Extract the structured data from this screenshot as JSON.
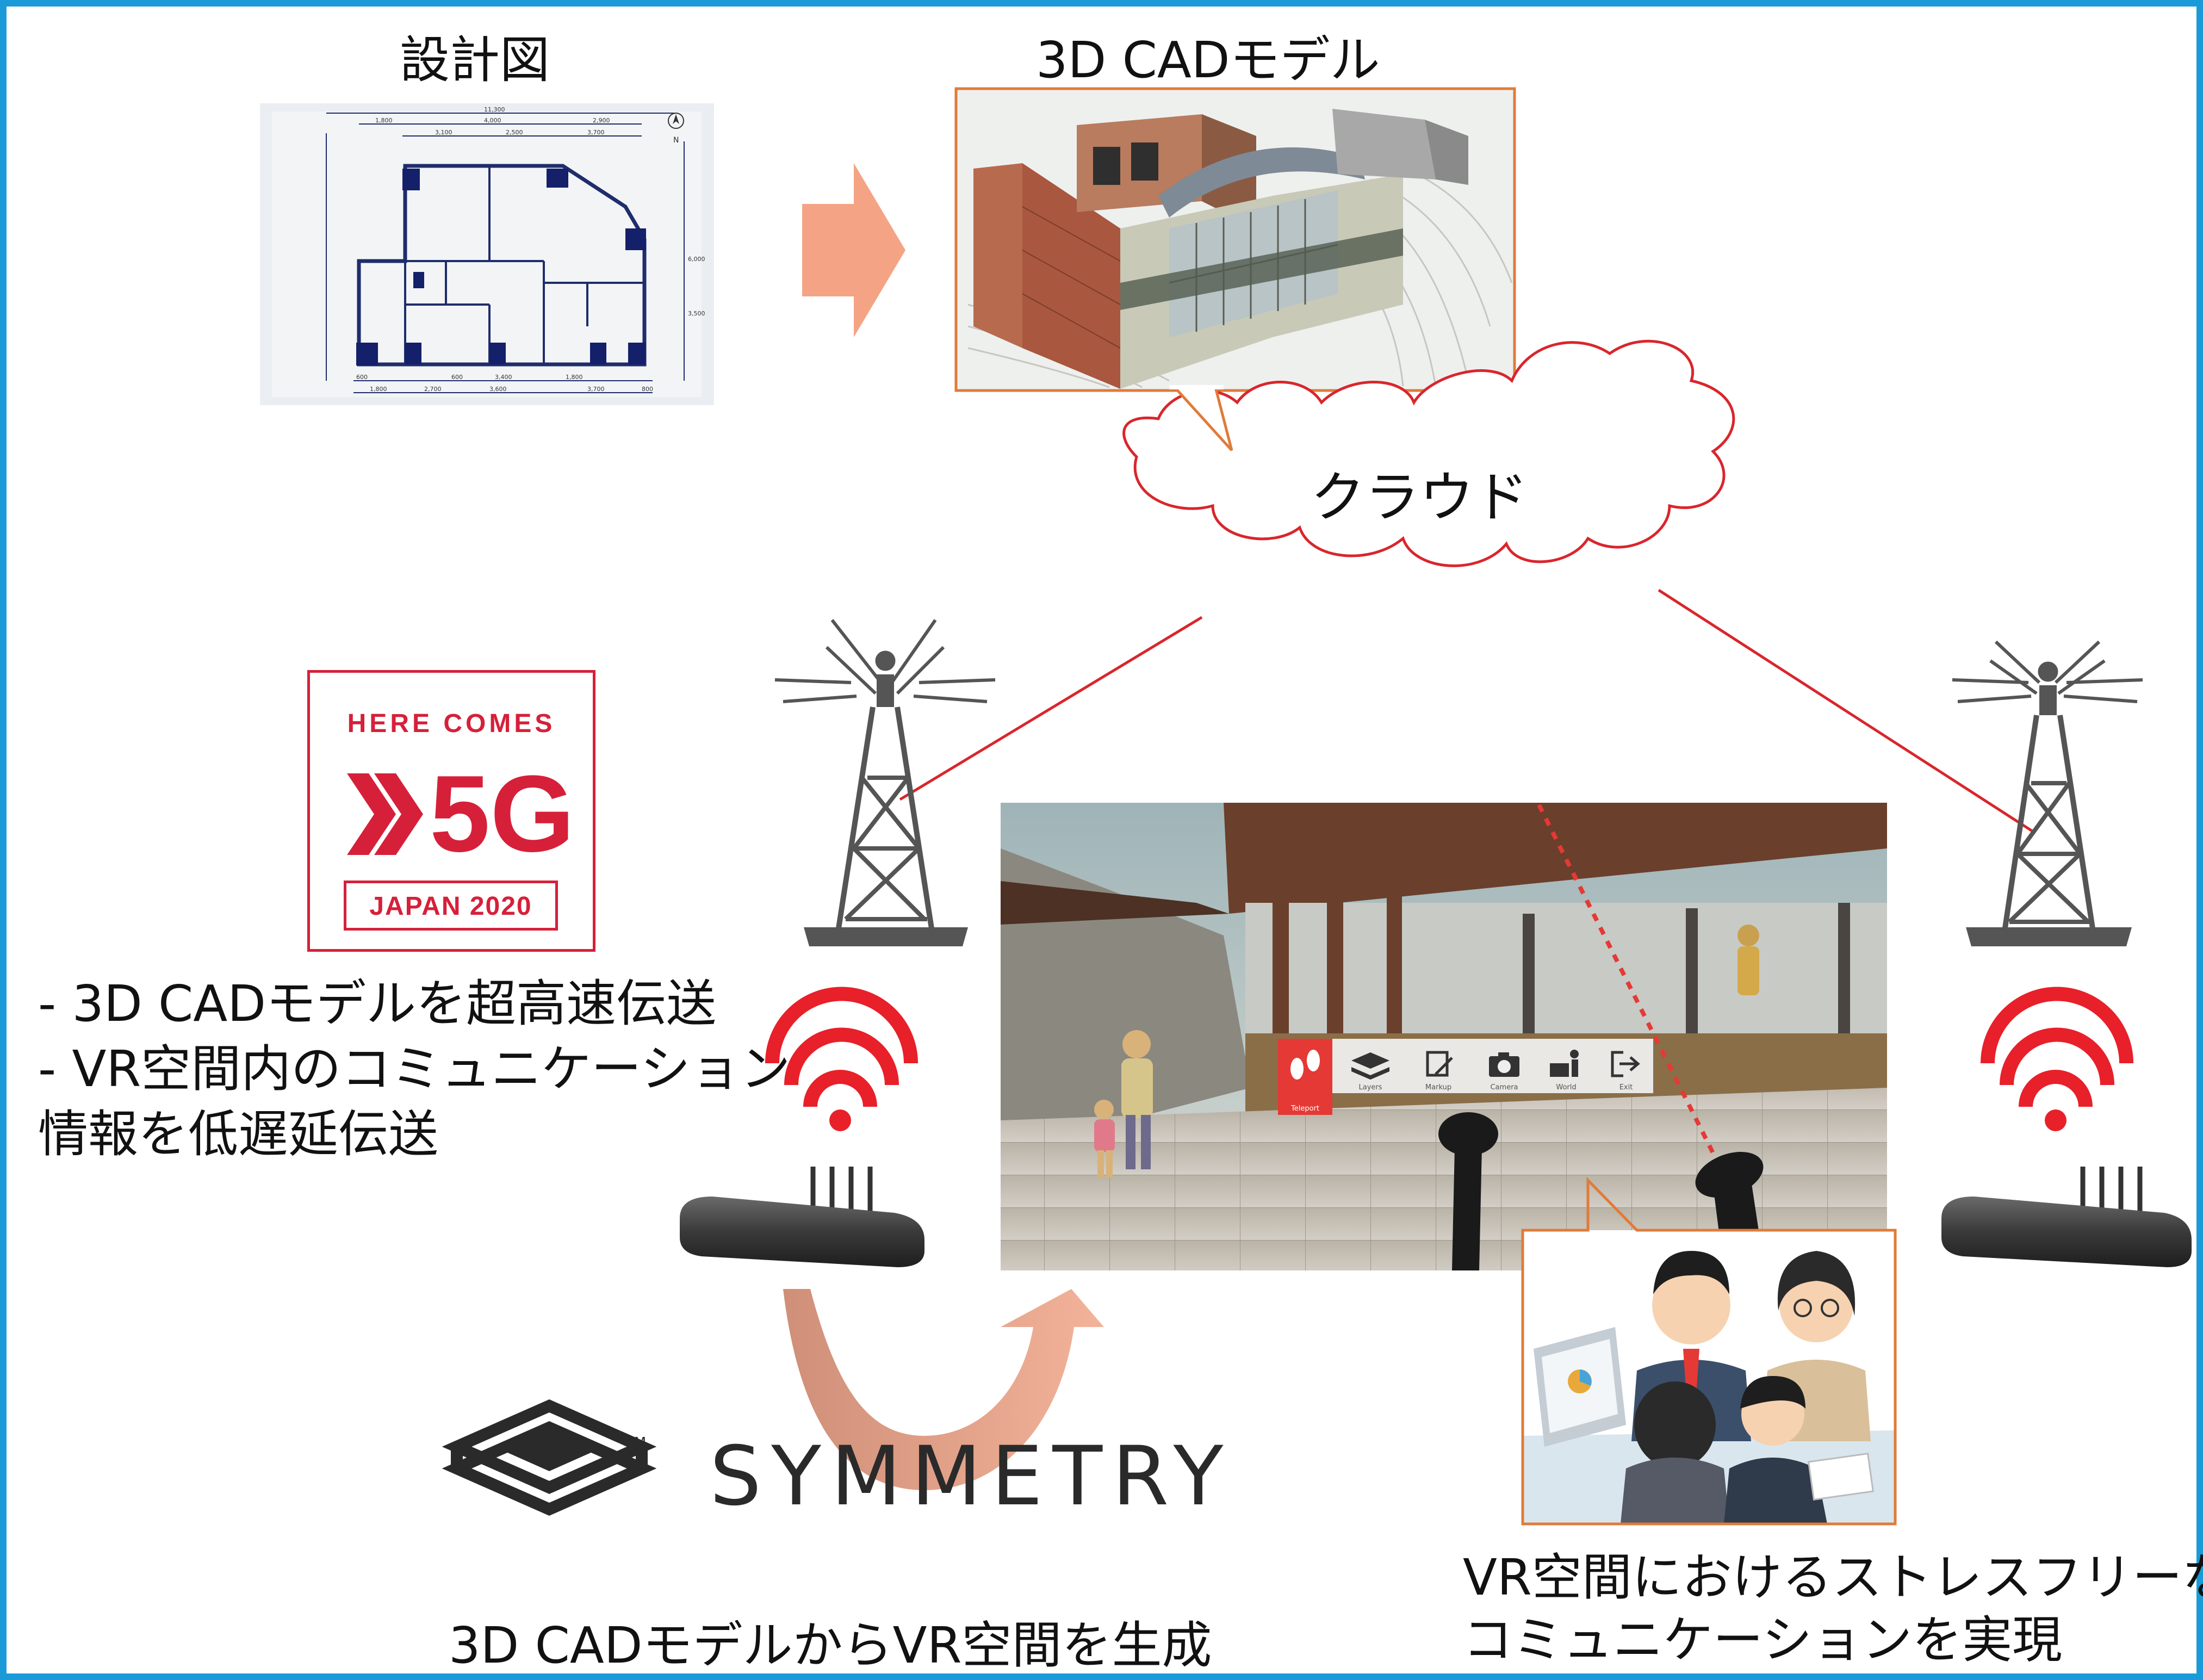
{
  "blueprint": {
    "title": "設計図",
    "dimension_labels": [
      "11,300",
      "1,800",
      "4,000",
      "2,900",
      "3,100",
      "2,500",
      "3,700",
      "6,000",
      "3,500",
      "600",
      "600",
      "3,400",
      "1,800",
      "1,800",
      "2,700",
      "3,600",
      "3,700",
      "800",
      "N"
    ]
  },
  "cad_model": {
    "title": "3D CADモデル"
  },
  "cloud": {
    "label": "クラウド"
  },
  "badge_5g": {
    "line1": "HERE COMES",
    "line2": "5G",
    "line3": "JAPAN 2020"
  },
  "bullets": [
    "- 3D CADモデルを超高速伝送",
    "- VR空間内のコミュニケーション",
    "情報を低遅延伝送"
  ],
  "vr_menu": {
    "items": [
      "Teleport",
      "Layers",
      "Markup",
      "Camera",
      "World",
      "Exit"
    ]
  },
  "symmetry": {
    "brand": "SYMMETRY",
    "tm": "TM",
    "caption": "3D CADモデルからVR空間を生成"
  },
  "meeting": {
    "caption_line1": "VR空間におけるストレスフリーな",
    "caption_line2": "コミュニケーションを実現"
  },
  "colors": {
    "frame": "#1a9ad8",
    "red_line": "#d9262c",
    "cad_border": "#e07b39",
    "arrow": "#f4a484",
    "brand_red": "#d6203a",
    "symmetry": "#2a2a2a"
  }
}
